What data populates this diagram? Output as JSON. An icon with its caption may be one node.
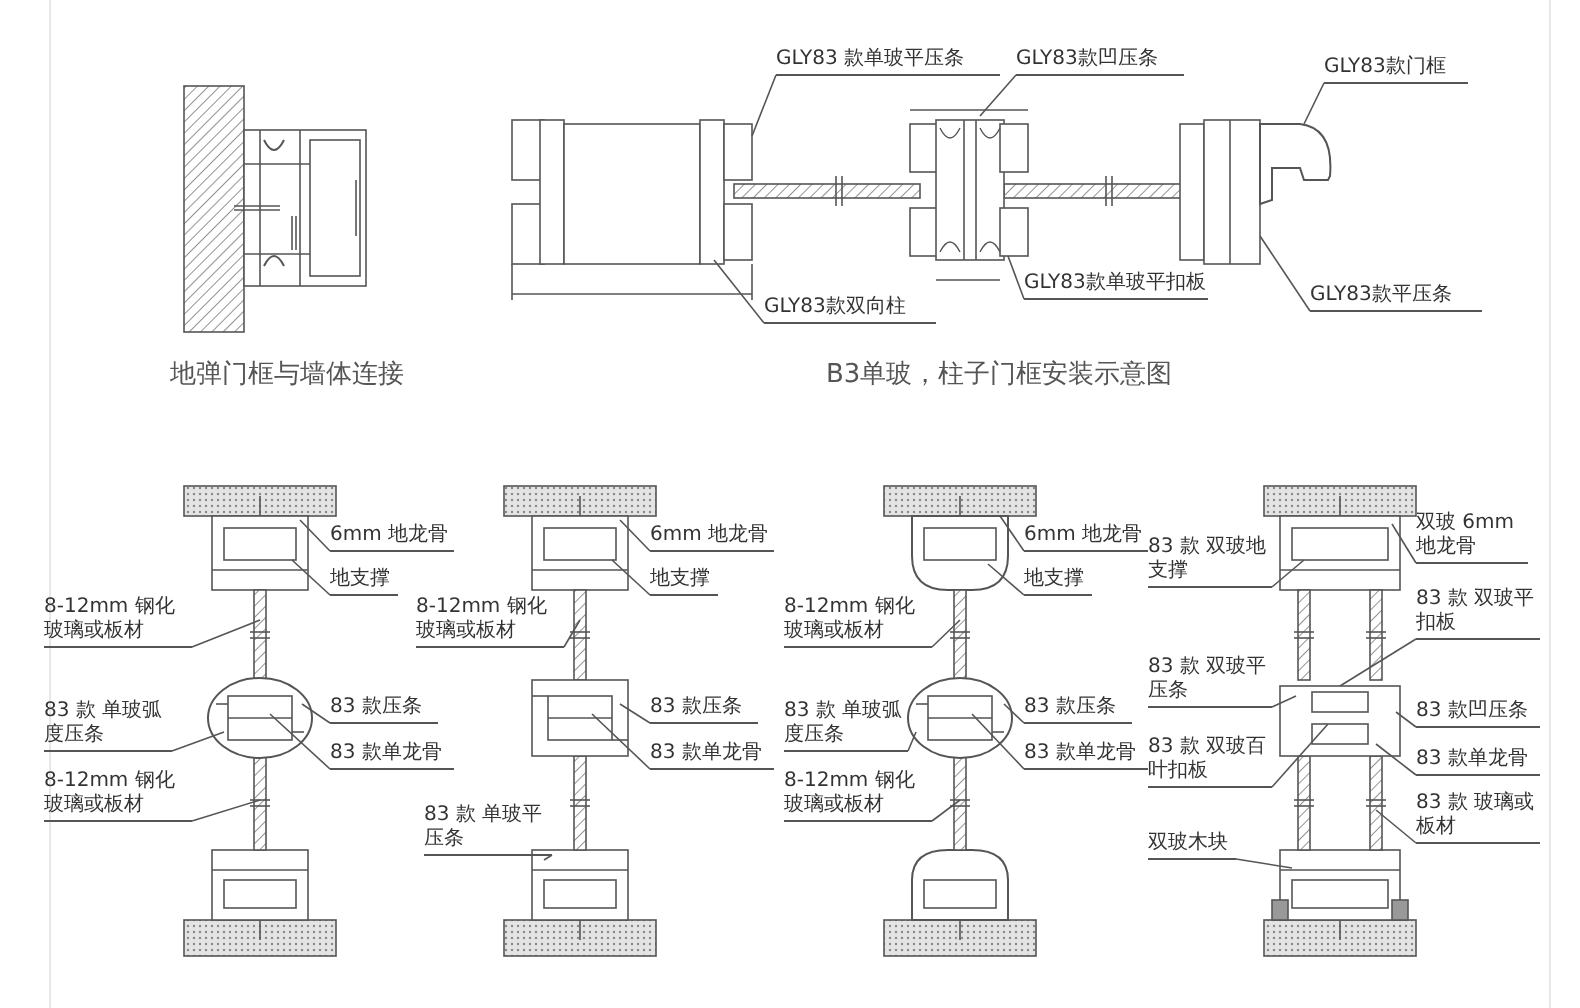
{
  "diagram": {
    "nodes": [
      {
        "text": [
          "GLY83 款单玻平压条"
        ]
      },
      {
        "text": [
          "GLY83款凹压条"
        ]
      },
      {
        "text": [
          "GLY83款门框"
        ]
      },
      {
        "text": [
          "GLY83款双向柱"
        ]
      },
      {
        "text": [
          "GLY83款单玻平扣板"
        ]
      },
      {
        "text": [
          "GLY83款平压条"
        ]
      },
      {
        "text": [
          "6mm 地龙骨"
        ]
      },
      {
        "text": [
          "地支撑"
        ]
      },
      {
        "text": [
          "8-12mm 钢化玻璃或板材"
        ]
      },
      {
        "text": [
          "83 款 单玻弧度压条"
        ]
      },
      {
        "text": [
          "83 款压条"
        ]
      },
      {
        "text": [
          "83 款单龙骨"
        ]
      },
      {
        "text": [
          "8-12mm 钢化玻璃或板材"
        ]
      },
      {
        "text": [
          "6mm 地龙骨"
        ]
      },
      {
        "text": [
          "地支撑"
        ]
      },
      {
        "text": [
          "8-12mm 钢化玻璃或板材"
        ]
      },
      {
        "text": [
          "83 款压条"
        ]
      },
      {
        "text": [
          "83 款单龙骨"
        ]
      },
      {
        "text": [
          "83 款 单玻平压条"
        ]
      },
      {
        "text": [
          "6mm 地龙骨"
        ]
      },
      {
        "text": [
          "地支撑"
        ]
      },
      {
        "text": [
          "8-12mm 钢化玻璃或板材"
        ]
      },
      {
        "text": [
          "83 款 单玻弧度压条"
        ]
      },
      {
        "text": [
          "83 款压条"
        ]
      },
      {
        "text": [
          "83 款单龙骨"
        ]
      },
      {
        "text": [
          "8-12mm 钢化玻璃或板材"
        ]
      },
      {
        "text": [
          "双玻 6mm 地龙骨"
        ]
      },
      {
        "text": [
          "83 款 双玻地支撑"
        ]
      },
      {
        "text": [
          "83 款 双玻平扣板"
        ]
      },
      {
        "text": [
          "83 款 双玻平压条"
        ]
      },
      {
        "text": [
          "83 款凹压条"
        ]
      },
      {
        "text": [
          "83 款 双玻百叶扣板"
        ]
      },
      {
        "text": [
          "83 款单龙骨"
        ]
      },
      {
        "text": [
          "双玻木块"
        ]
      },
      {
        "text": [
          "83 款 玻璃或板材"
        ]
      }
    ],
    "edges": [
      {
        "from": 0,
        "to": null,
        "arrow": "none"
      },
      {
        "from": 1,
        "to": null,
        "arrow": "none"
      },
      {
        "from": 2,
        "to": null,
        "arrow": "none"
      },
      {
        "from": 3,
        "to": null,
        "arrow": "none"
      },
      {
        "from": 4,
        "to": null,
        "arrow": "none"
      },
      {
        "from": 5,
        "to": null,
        "arrow": "none"
      },
      {
        "from": 6,
        "to": null,
        "arrow": "none"
      },
      {
        "from": 7,
        "to": null,
        "arrow": "none"
      },
      {
        "from": 8,
        "to": null,
        "arrow": "none"
      },
      {
        "from": 9,
        "to": null,
        "arrow": "none"
      },
      {
        "from": 10,
        "to": null,
        "arrow": "none"
      },
      {
        "from": 11,
        "to": null,
        "arrow": "none"
      },
      {
        "from": 12,
        "to": null,
        "arrow": "none"
      },
      {
        "from": 13,
        "to": null,
        "arrow": "none"
      },
      {
        "from": 14,
        "to": null,
        "arrow": "none"
      },
      {
        "from": 15,
        "to": null,
        "arrow": "none"
      },
      {
        "from": 16,
        "to": null,
        "arrow": "none"
      },
      {
        "from": 17,
        "to": null,
        "arrow": "none"
      },
      {
        "from": 18,
        "to": null,
        "arrow": "none"
      },
      {
        "from": 19,
        "to": null,
        "arrow": "none"
      },
      {
        "from": 20,
        "to": null,
        "arrow": "none"
      },
      {
        "from": 21,
        "to": null,
        "arrow": "none"
      },
      {
        "from": 22,
        "to": null,
        "arrow": "none"
      },
      {
        "from": 23,
        "to": null,
        "arrow": "none"
      },
      {
        "from": 24,
        "to": null,
        "arrow": "none"
      },
      {
        "from": 25,
        "to": null,
        "arrow": "none"
      },
      {
        "from": 26,
        "to": null,
        "arrow": "none"
      },
      {
        "from": 27,
        "to": null,
        "arrow": "none"
      },
      {
        "from": 28,
        "to": null,
        "arrow": "none"
      },
      {
        "from": 29,
        "to": null,
        "arrow": "none"
      },
      {
        "from": 30,
        "to": null,
        "arrow": "none"
      },
      {
        "from": 31,
        "to": null,
        "arrow": "none"
      },
      {
        "from": 32,
        "to": null,
        "arrow": "none"
      },
      {
        "from": 33,
        "to": null,
        "arrow": "none"
      },
      {
        "from": 34,
        "to": null,
        "arrow": "none"
      }
    ],
    "labels": [
      "地弹门框与墙体连接",
      "B3单玻，柱子门框安装示意图"
    ]
  }
}
